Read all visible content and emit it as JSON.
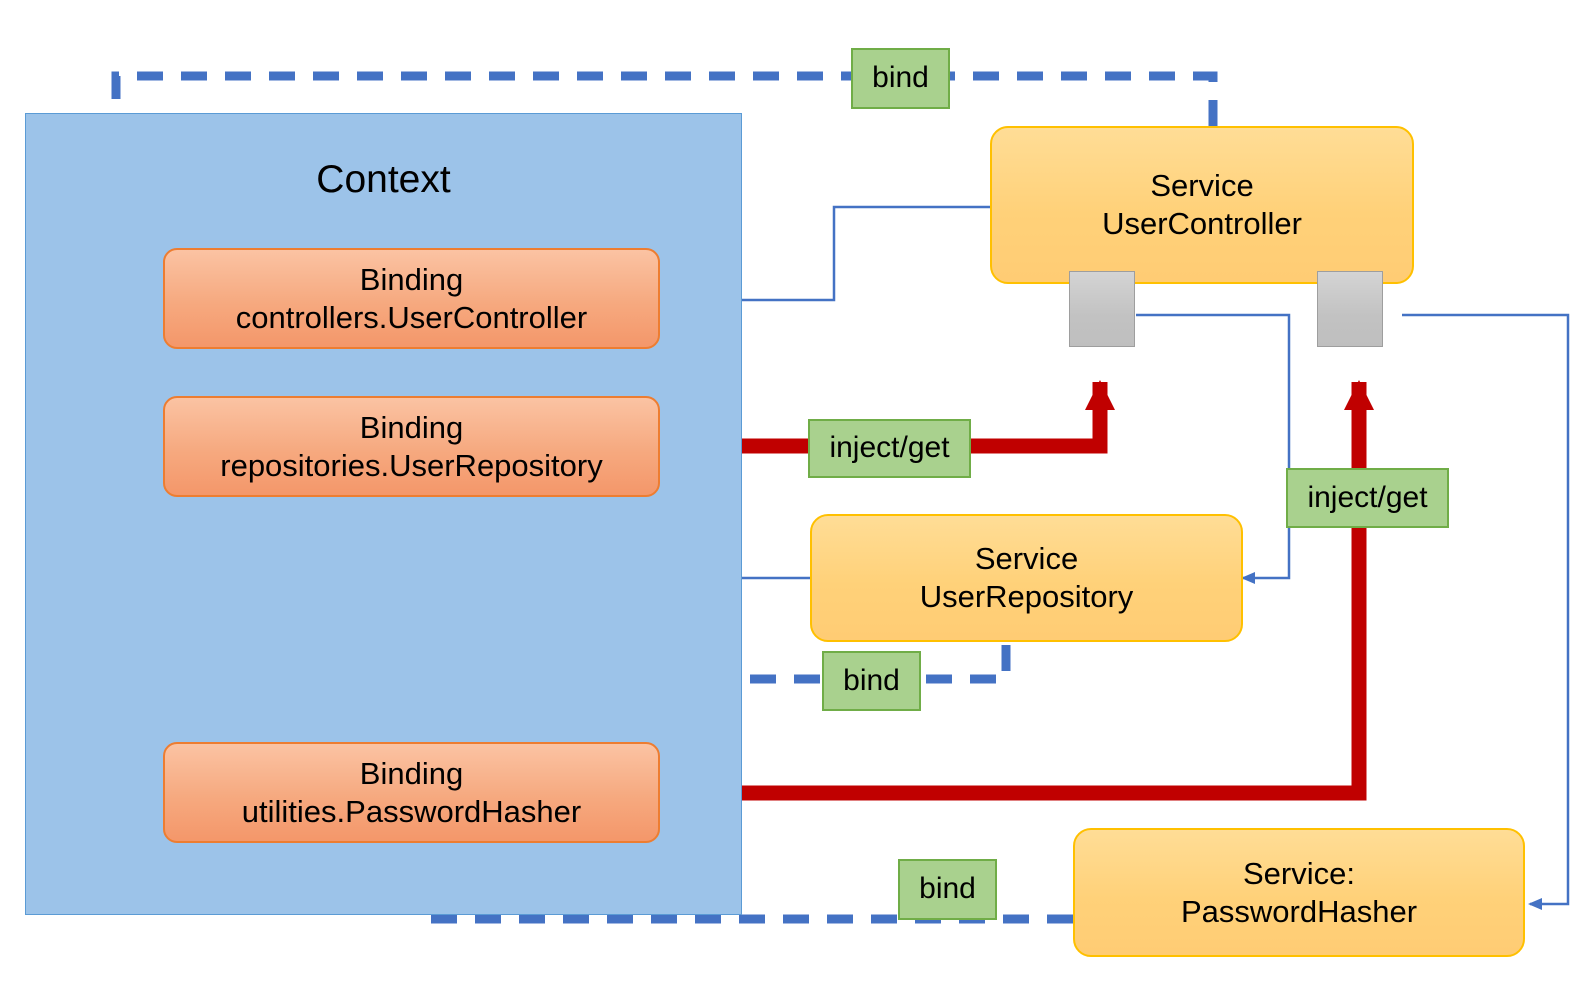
{
  "diagram": {
    "title": "Context",
    "colors": {
      "context_fill": "#9CC3E9",
      "context_stroke": "#5B9BD5",
      "binding_fill": "#F6A97F",
      "binding_stroke": "#ED7D31",
      "service_fill": "#FFD179",
      "service_stroke": "#FFC000",
      "label_fill": "#A9D18E",
      "label_stroke": "#70AD47",
      "bind_line": "#4472C4",
      "inject_line": "#C00000",
      "port_fill": "#C2C2C2",
      "thin_line": "#4472C4"
    }
  },
  "context": {
    "title": "Context",
    "bindings": [
      {
        "id": "binding-user-controller",
        "line1": "Binding",
        "line2": "controllers.UserController"
      },
      {
        "id": "binding-user-repository",
        "line1": "Binding",
        "line2": "repositories.UserRepository"
      },
      {
        "id": "binding-password-hasher",
        "line1": "Binding",
        "line2": "utilities.PasswordHasher"
      }
    ]
  },
  "services": [
    {
      "id": "service-user-controller",
      "line1": "Service",
      "line2": "UserController"
    },
    {
      "id": "service-user-repository",
      "line1": "Service",
      "line2": "UserRepository"
    },
    {
      "id": "service-password-hasher",
      "line1": "Service:",
      "line2": "PasswordHasher"
    }
  ],
  "labels": {
    "bind": "bind",
    "inject_get": "inject/get"
  },
  "edge_labels": [
    {
      "id": "bind-user-controller",
      "text": "bind"
    },
    {
      "id": "inject-get-user-repository",
      "text": "inject/get"
    },
    {
      "id": "inject-get-password-hasher",
      "text": "inject/get"
    },
    {
      "id": "bind-user-repository",
      "text": "bind"
    },
    {
      "id": "bind-password-hasher",
      "text": "bind"
    }
  ]
}
